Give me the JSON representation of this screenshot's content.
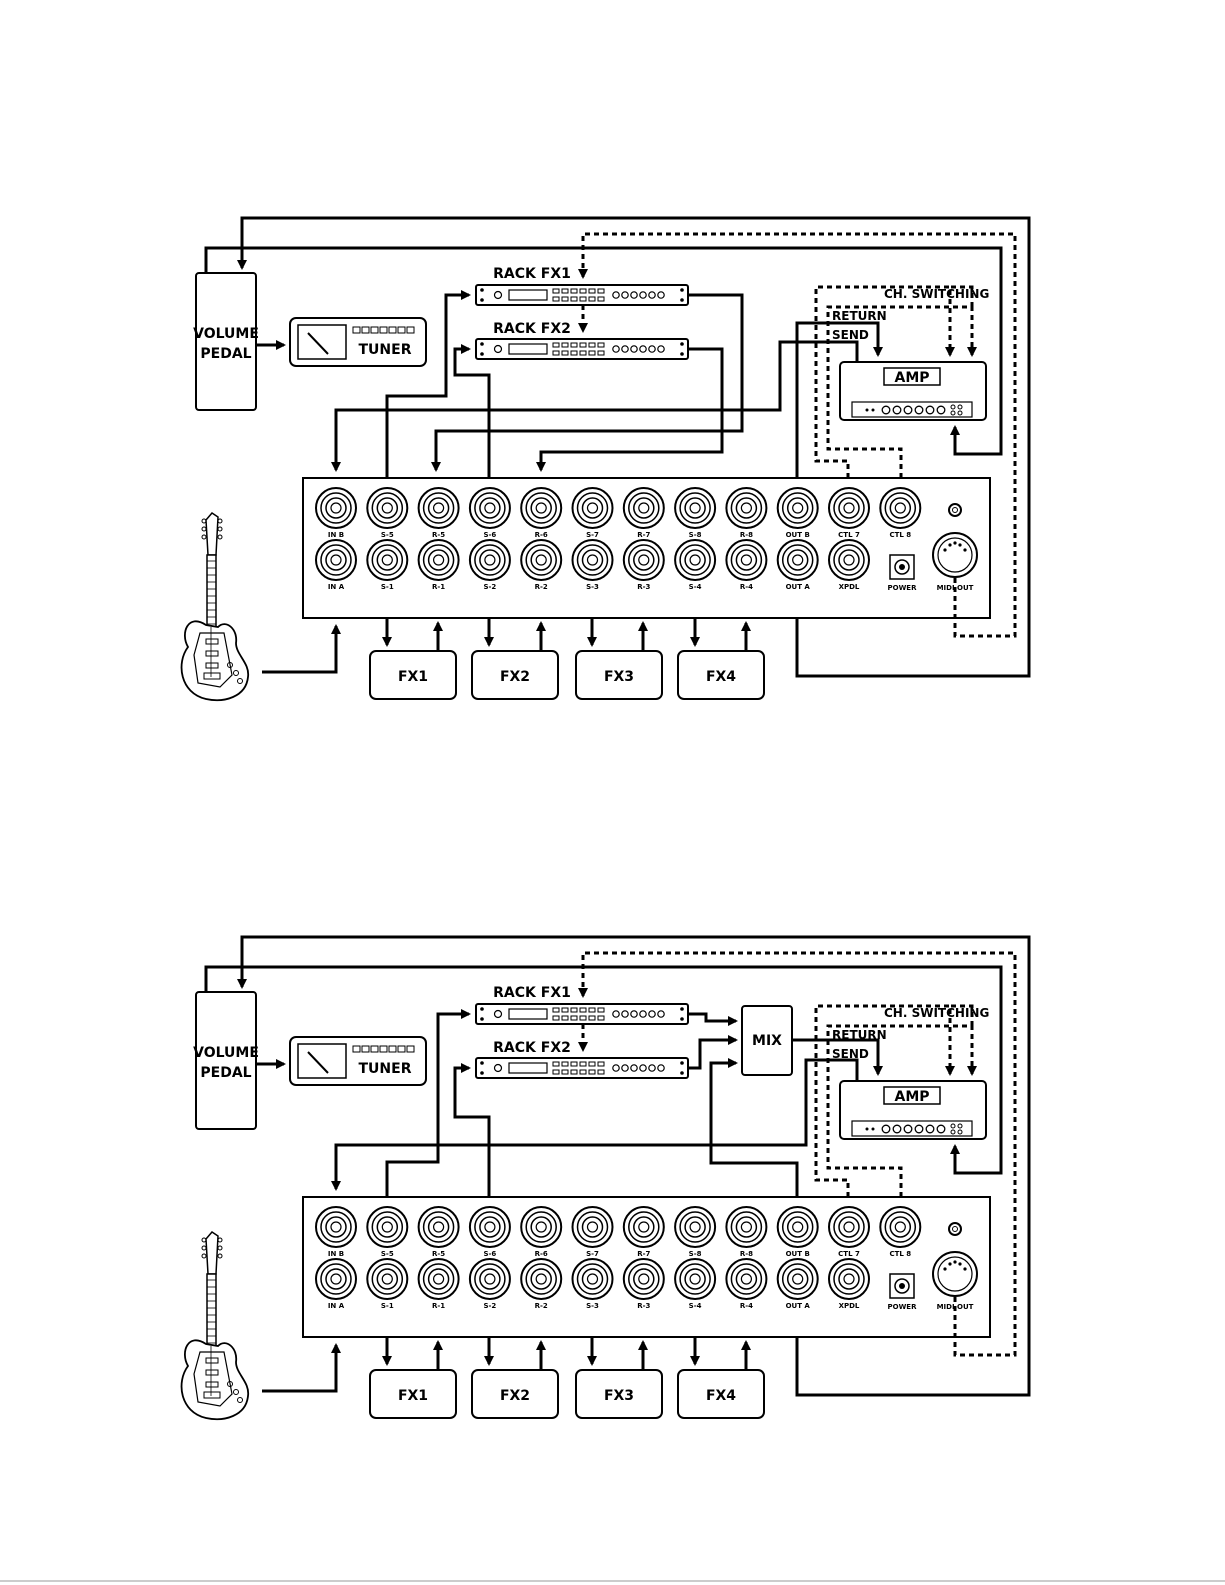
{
  "labels": {
    "volume_pedal_1": "VOLUME",
    "volume_pedal_2": "PEDAL",
    "tuner": "TUNER",
    "rack_fx1": "RACK FX1",
    "rack_fx2": "RACK FX2",
    "amp": "AMP",
    "ch_switching": "CH. SWITCHING",
    "return": "RETURN",
    "send": "SEND",
    "mix": "MIX",
    "fx": [
      "FX1",
      "FX2",
      "FX3",
      "FX4"
    ]
  },
  "jacks_top": [
    "IN B",
    "S-5",
    "R-5",
    "S-6",
    "R-6",
    "S-7",
    "R-7",
    "S-8",
    "R-8",
    "OUT B",
    "CTL 7",
    "CTL 8"
  ],
  "jacks_bottom": [
    "IN A",
    "S-1",
    "R-1",
    "S-2",
    "R-2",
    "S-3",
    "R-3",
    "S-4",
    "R-4",
    "OUT A",
    "XPDL"
  ],
  "power_label": "POWER",
  "midi_label": "MIDI OUT"
}
